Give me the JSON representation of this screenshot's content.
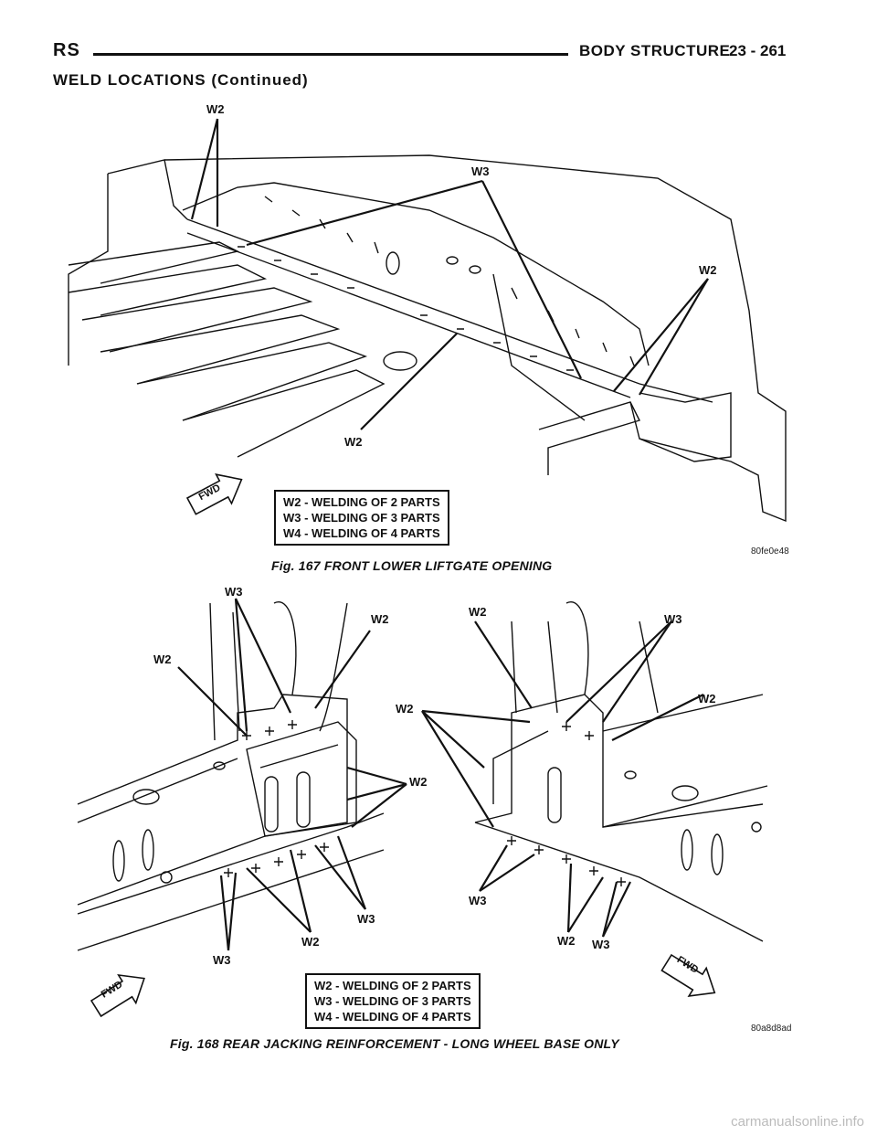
{
  "header": {
    "left": "RS",
    "title": "BODY STRUCTURE",
    "page": "23 - 261"
  },
  "section_title": "WELD LOCATIONS (Continued)",
  "figure1": {
    "caption": "Fig. 167 FRONT LOWER LIFTGATE OPENING",
    "code": "80fe0e48",
    "fwd": "FWD",
    "legend": [
      "W2 - WELDING OF 2 PARTS",
      "W3 - WELDING OF 3 PARTS",
      "W4 - WELDING OF 4 PARTS"
    ],
    "labels": [
      "W2",
      "W3",
      "W2",
      "W2"
    ]
  },
  "figure2": {
    "caption": "Fig. 168 REAR JACKING REINFORCEMENT - LONG WHEEL BASE ONLY",
    "code": "80a8d8ad",
    "fwd_left": "FWD",
    "fwd_right": "FWD",
    "legend": [
      "W2 - WELDING OF 2 PARTS",
      "W3 - WELDING OF 3 PARTS",
      "W4 - WELDING OF 4 PARTS"
    ],
    "labels": [
      "W3",
      "W2",
      "W2",
      "W2",
      "W3",
      "W2",
      "W3",
      "W2",
      "W3",
      "W2",
      "W2",
      "W3",
      "W2",
      "W3"
    ]
  },
  "footer": "carmanualsonline.info"
}
